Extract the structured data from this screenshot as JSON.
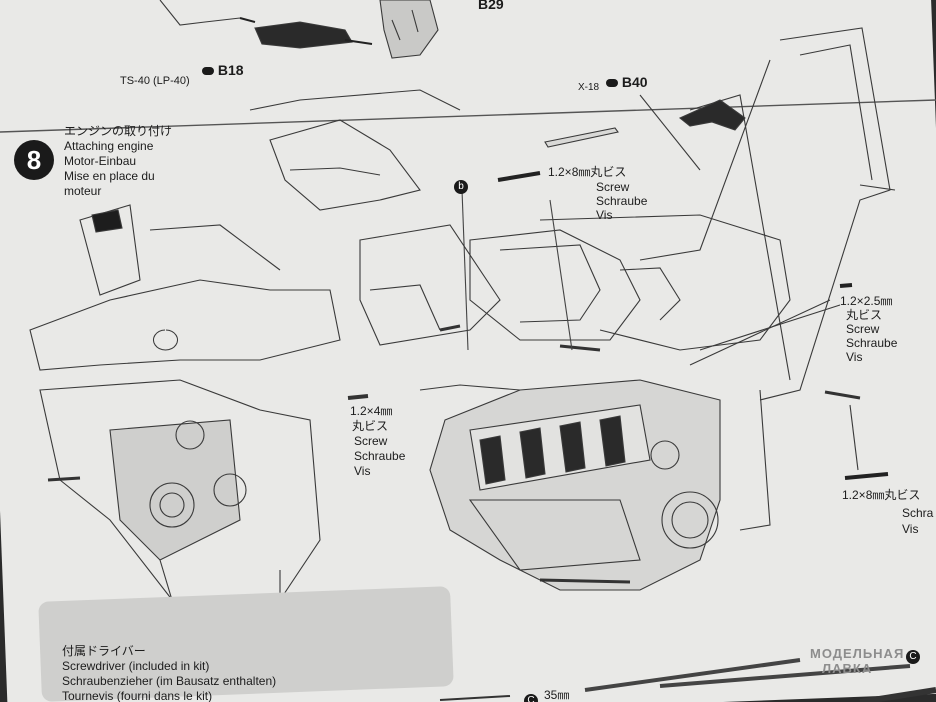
{
  "top_labels": {
    "ts40": "TS-40 (LP-40)",
    "b18": "B18",
    "b29": "B29"
  },
  "step": {
    "number": "8",
    "title_jp": "エンジンの取り付け",
    "title_en": "Attaching engine",
    "title_de": "Motor-Einbau",
    "title_fr": "Mise en place du",
    "title_fr2": "moteur",
    "part_marker": "b"
  },
  "parts": {
    "x18": "X-18",
    "b40": "B40"
  },
  "screw_1x8_top": {
    "size": "1.2×8㎜丸ビス",
    "en": "Screw",
    "de": "Schraube",
    "fr": "Vis"
  },
  "screw_1x2_5": {
    "size": "1.2×2.5㎜",
    "jp": "丸ビス",
    "en": "Screw",
    "de": "Schraube",
    "fr": "Vis"
  },
  "screw_1x4": {
    "size": "1.2×4㎜",
    "jp": "丸ビス",
    "en": "Screw",
    "de": "Schraube",
    "fr": "Vis"
  },
  "screw_1x8_right": {
    "size": "1.2×8㎜丸ビス",
    "de": "Schra",
    "fr": "Vis"
  },
  "screwdriver_box": {
    "jp": "付属ドライバー",
    "en": "Screwdriver (included in kit)",
    "de": "Schraubenzieher (im Bausatz enthalten)",
    "fr": "Tournevis (fourni dans le kit)"
  },
  "bottom": {
    "marker": "C",
    "measure": "35㎜",
    "marker2": "C"
  },
  "watermark": {
    "line1": "МОДЕЛЬНАЯ",
    "line2": "ЛАВКА"
  }
}
